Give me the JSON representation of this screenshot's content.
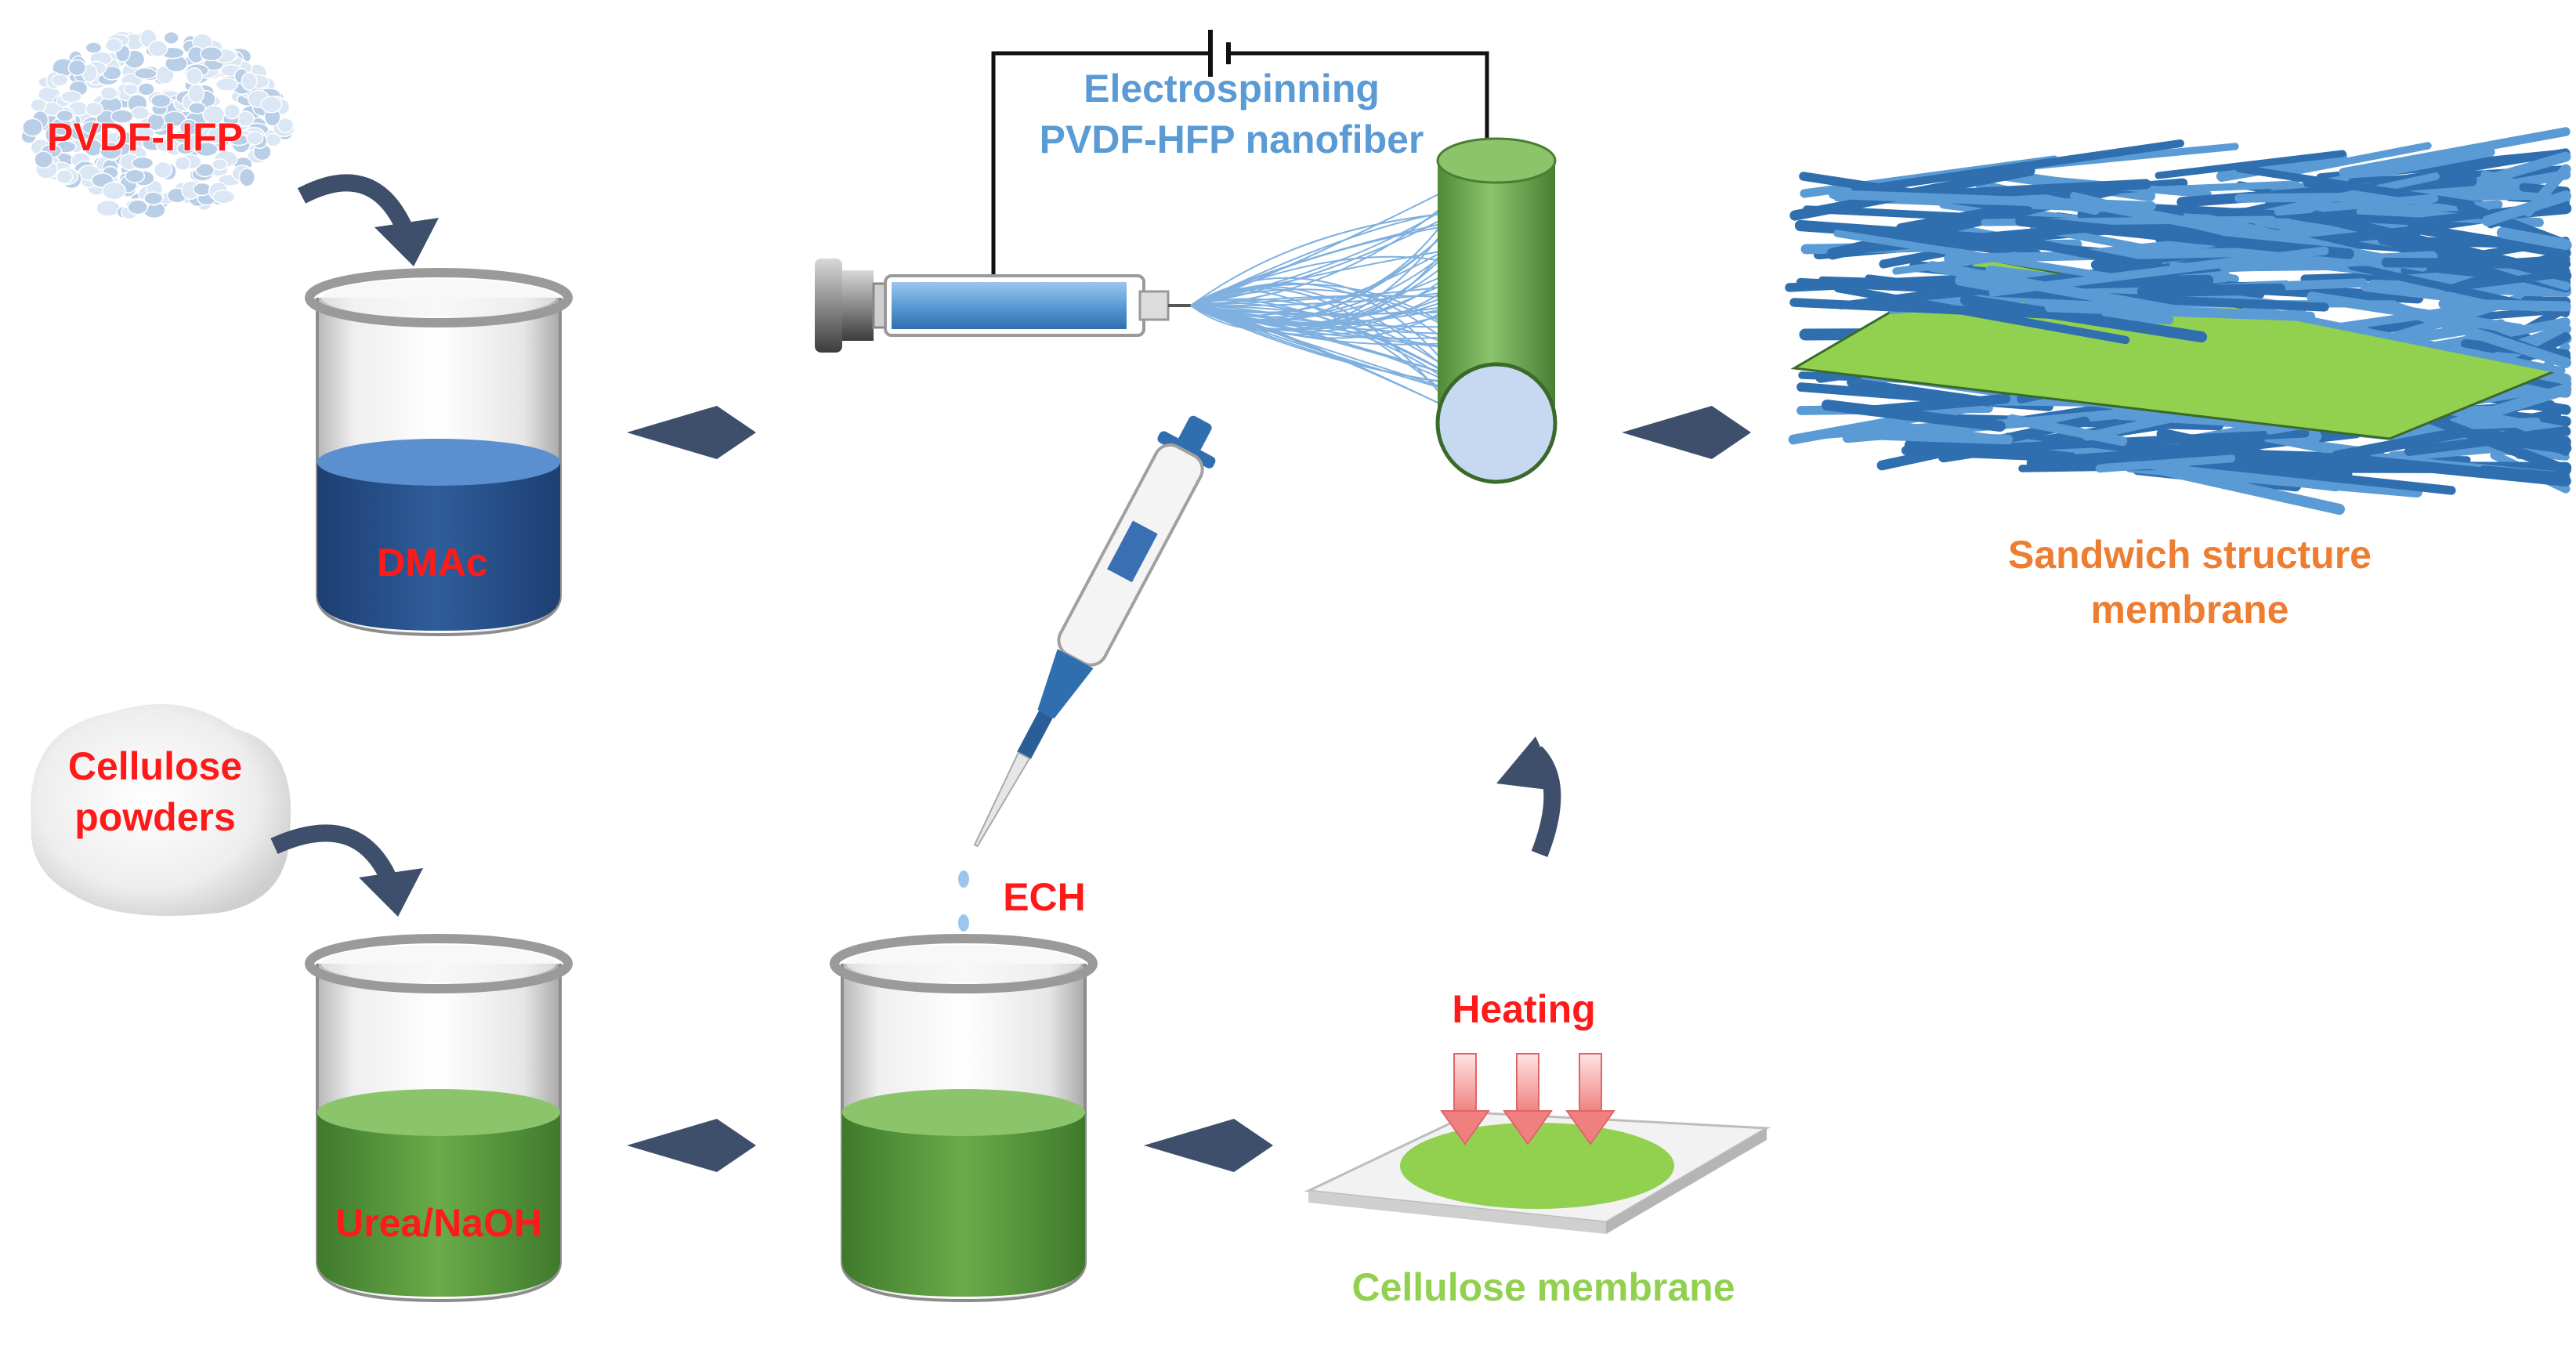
{
  "labels": {
    "pvdf_hfp": "PVDF-HFP",
    "dmac": "DMAc",
    "electrospinning_line1": "Electrospinning",
    "electrospinning_line2": "PVDF-HFP nanofiber",
    "sandwich_line1": "Sandwich structure",
    "sandwich_line2": "membrane",
    "cellulose_line1": "Cellulose",
    "cellulose_line2": "powders",
    "urea_naoh": "Urea/NaOH",
    "ech": "ECH",
    "heating": "Heating",
    "cellulose_membrane": "Cellulose membrane"
  },
  "colors": {
    "label_red": "#ff1a1a",
    "electrospinning_blue": "#5b9bd5",
    "sandwich_orange": "#ed7d31",
    "membrane_green": "#92d050",
    "arrow_navy": "#3d4f6b",
    "dmac_solution": "#2f5d9a",
    "cellulose_solution": "#5fa043",
    "collector_green": "#6aa84f"
  },
  "icons": {
    "pvdf_pellets": "pellet-pile-icon",
    "cellulose_powder": "powder-pile-icon",
    "syringe": "syringe-icon",
    "pipette": "pipette-icon",
    "collector": "rotating-drum-icon",
    "heating_arrows": "down-arrow-icon"
  }
}
